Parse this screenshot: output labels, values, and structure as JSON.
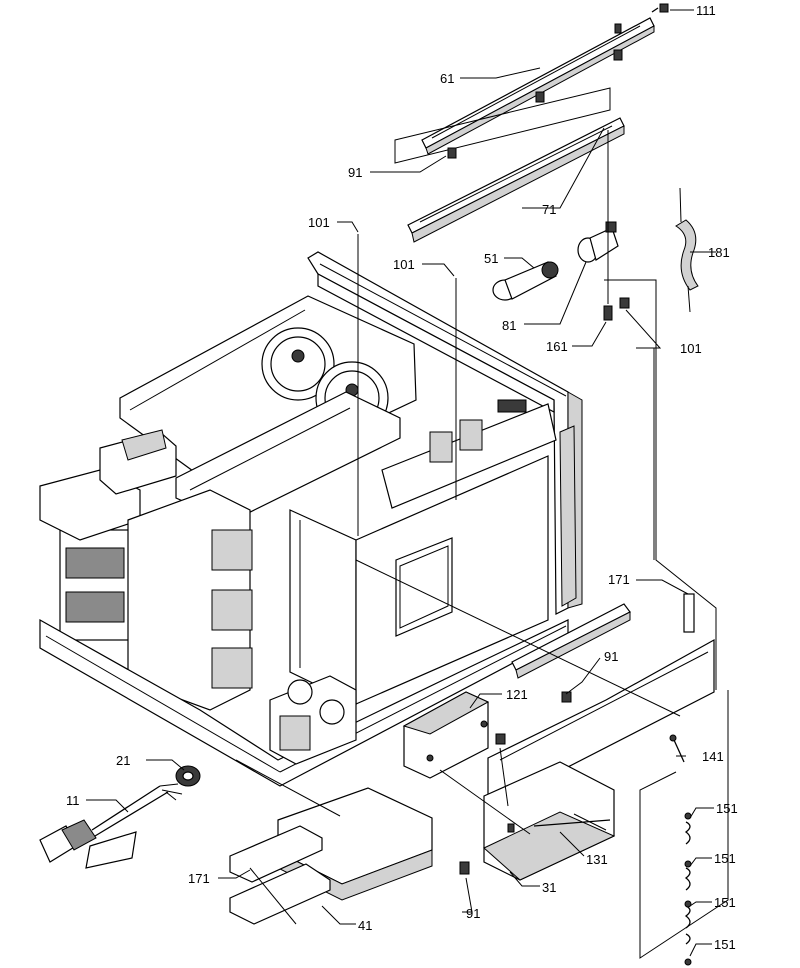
{
  "labels": {
    "p111": "111",
    "p61": "61",
    "p91_top": "91",
    "p71": "71",
    "p101_a": "101",
    "p101_b": "101",
    "p51": "51",
    "p181": "181",
    "p81": "81",
    "p161": "161",
    "p101_c": "101",
    "p171_right": "171",
    "p91_mid": "91",
    "p121": "121",
    "p141": "141",
    "p21": "21",
    "p11": "11",
    "p151_a": "151",
    "p151_b": "151",
    "p151_c": "151",
    "p151_d": "151",
    "p131": "131",
    "p171_left": "171",
    "p31": "31",
    "p91_bottom": "91",
    "p41": "41"
  }
}
